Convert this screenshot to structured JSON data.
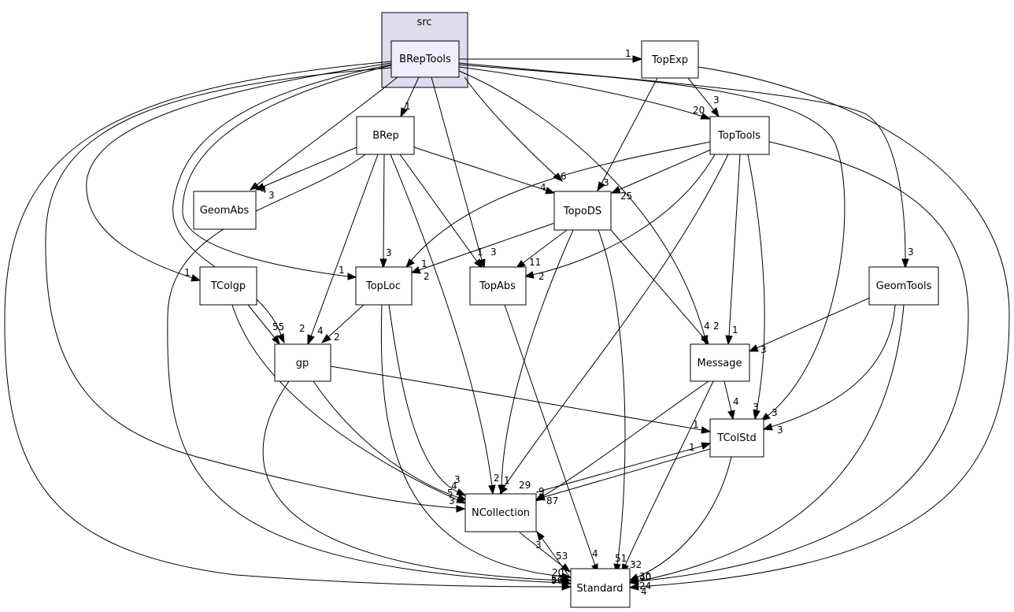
{
  "cluster": {
    "label": "src"
  },
  "nodes": {
    "BRepTools": "BRepTools",
    "TopExp": "TopExp",
    "BRep": "BRep",
    "TopTools": "TopTools",
    "GeomAbs": "GeomAbs",
    "TopoDS": "TopoDS",
    "TColgp": "TColgp",
    "TopLoc": "TopLoc",
    "TopAbs": "TopAbs",
    "GeomTools": "GeomTools",
    "gp": "gp",
    "Message": "Message",
    "TColStd": "TColStd",
    "NCollection": "NCollection",
    "Standard": "Standard"
  },
  "edges": [
    {
      "from": "BRepTools",
      "to": "TopExp",
      "label": "1"
    },
    {
      "from": "BRepTools",
      "to": "BRep",
      "label": "1"
    },
    {
      "from": "BRepTools",
      "to": "TopTools",
      "label": "20"
    },
    {
      "from": "BRepTools",
      "to": "GeomAbs",
      "label": "4"
    },
    {
      "from": "BRepTools",
      "to": "TopoDS",
      "label": "6"
    },
    {
      "from": "BRepTools",
      "to": "TopAbs",
      "label": "3"
    },
    {
      "from": "BRepTools",
      "to": "TColgp",
      "label": "1"
    },
    {
      "from": "BRepTools",
      "to": "TopLoc",
      "label": "1"
    },
    {
      "from": "BRepTools",
      "to": "gp",
      "label": "2"
    },
    {
      "from": "BRepTools",
      "to": "Message",
      "label": "2"
    },
    {
      "from": "BRepTools",
      "to": "GeomTools",
      "label": "3"
    },
    {
      "from": "BRepTools",
      "to": "TColStd",
      "label": "3"
    },
    {
      "from": "BRepTools",
      "to": "NCollection",
      "label": "5"
    },
    {
      "from": "BRepTools",
      "to": "Standard",
      "label": "56"
    },
    {
      "from": "TopExp",
      "to": "TopTools",
      "label": "3"
    },
    {
      "from": "TopExp",
      "to": "TopoDS",
      "label": "3"
    },
    {
      "from": "TopExp",
      "to": "Standard",
      "label": "4"
    },
    {
      "from": "BRep",
      "to": "GeomAbs",
      "label": "3"
    },
    {
      "from": "BRep",
      "to": "TopoDS",
      "label": "4"
    },
    {
      "from": "BRep",
      "to": "TopLoc",
      "label": "3"
    },
    {
      "from": "BRep",
      "to": "TopAbs",
      "label": "1"
    },
    {
      "from": "BRep",
      "to": "gp",
      "label": "4"
    },
    {
      "from": "BRep",
      "to": "NCollection",
      "label": "2"
    },
    {
      "from": "BRep",
      "to": "Standard",
      "label": "54"
    },
    {
      "from": "TopTools",
      "to": "TopoDS",
      "label": "25"
    },
    {
      "from": "TopTools",
      "to": "TopLoc",
      "label": "1"
    },
    {
      "from": "TopTools",
      "to": "TopAbs",
      "label": "2"
    },
    {
      "from": "TopTools",
      "to": "Message",
      "label": "1"
    },
    {
      "from": "TopTools",
      "to": "TColStd",
      "label": "3"
    },
    {
      "from": "TopTools",
      "to": "NCollection",
      "label": "29"
    },
    {
      "from": "TopTools",
      "to": "Standard",
      "label": "30"
    },
    {
      "from": "TopoDS",
      "to": "TopLoc",
      "label": "2"
    },
    {
      "from": "TopoDS",
      "to": "TopAbs",
      "label": "11"
    },
    {
      "from": "TopoDS",
      "to": "Message",
      "label": "4"
    },
    {
      "from": "TopoDS",
      "to": "NCollection",
      "label": "1"
    },
    {
      "from": "TopoDS",
      "to": "Standard",
      "label": "51"
    },
    {
      "from": "TColgp",
      "to": "gp",
      "label": "55"
    },
    {
      "from": "TColgp",
      "to": "NCollection",
      "label": "3"
    },
    {
      "from": "TopLoc",
      "to": "gp",
      "label": "2"
    },
    {
      "from": "TopLoc",
      "to": "NCollection",
      "label": "3"
    },
    {
      "from": "TopLoc",
      "to": "Standard",
      "label": "20"
    },
    {
      "from": "TopAbs",
      "to": "Standard",
      "label": "4"
    },
    {
      "from": "GeomTools",
      "to": "Message",
      "label": "3"
    },
    {
      "from": "GeomTools",
      "to": "TColStd",
      "label": "3"
    },
    {
      "from": "GeomTools",
      "to": "Standard",
      "label": "24"
    },
    {
      "from": "gp",
      "to": "TColStd",
      "label": "1"
    },
    {
      "from": "gp",
      "to": "NCollection",
      "label": "4"
    },
    {
      "from": "gp",
      "to": "Standard",
      "label": "52"
    },
    {
      "from": "Message",
      "to": "TColStd",
      "label": "4"
    },
    {
      "from": "Message",
      "to": "NCollection",
      "label": "9"
    },
    {
      "from": "Message",
      "to": "Standard",
      "label": "32"
    },
    {
      "from": "TColStd",
      "to": "NCollection",
      "label": "87"
    },
    {
      "from": "TColStd",
      "to": "Standard",
      "label": "40"
    },
    {
      "from": "NCollection",
      "to": "TColStd",
      "label": "1"
    },
    {
      "from": "NCollection",
      "to": "Standard",
      "label": "53"
    },
    {
      "from": "Standard",
      "to": "NCollection",
      "label": "3"
    }
  ]
}
